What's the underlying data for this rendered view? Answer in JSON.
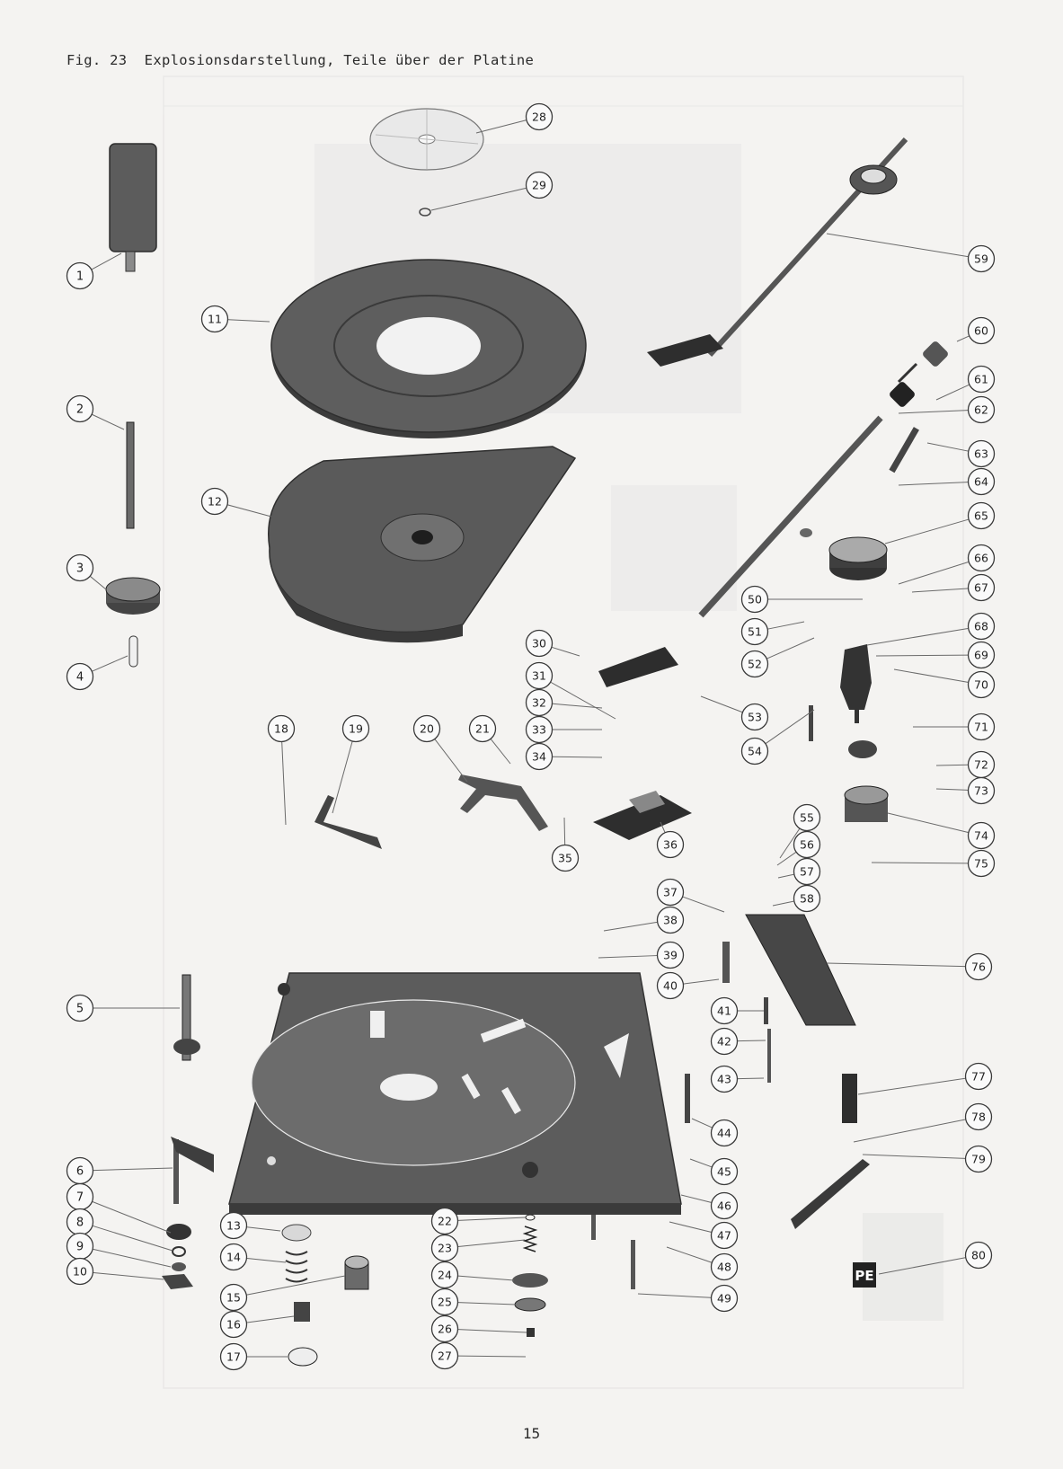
{
  "title": "Fig. 23  Explosionsdarstellung, Teile über der Platine",
  "page_number": "15",
  "logo_text": "PE",
  "colors": {
    "part_fill": "#5f5f5f",
    "part_dark": "#3e3e3e",
    "leader": "#7a7a7a",
    "paper": "#f4f3f1"
  },
  "callouts": [
    "1",
    "2",
    "3",
    "4",
    "5",
    "6",
    "7",
    "8",
    "9",
    "10",
    "11",
    "12",
    "13",
    "14",
    "15",
    "16",
    "17",
    "18",
    "19",
    "20",
    "21",
    "22",
    "23",
    "24",
    "25",
    "26",
    "27",
    "28",
    "29",
    "30",
    "31",
    "32",
    "33",
    "34",
    "35",
    "36",
    "37",
    "38",
    "39",
    "40",
    "41",
    "42",
    "43",
    "44",
    "45",
    "46",
    "47",
    "48",
    "49",
    "50",
    "51",
    "52",
    "53",
    "54",
    "55",
    "56",
    "57",
    "58",
    "59",
    "60",
    "61",
    "62",
    "63",
    "64",
    "65",
    "66",
    "67",
    "68",
    "69",
    "70",
    "71",
    "72",
    "73",
    "74",
    "75",
    "76",
    "77",
    "78",
    "79",
    "80"
  ]
}
